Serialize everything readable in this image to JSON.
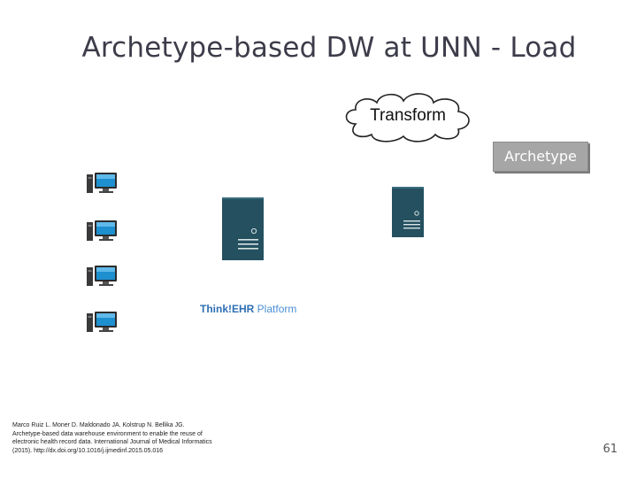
{
  "slide": {
    "title": "Archetype-based DW at UNN - Load",
    "transform_label": "Transform",
    "archetype_label": "Archetype",
    "platform": {
      "brand": "Think!EHR",
      "suffix": " Platform"
    },
    "citation_lines": [
      "Marco Ruiz L. Moner D. Maldonado JA. Kolstrup N. Bellika JG.",
      "Archetype-based data warehouse environment to enable the reuse of",
      "electronic health record data. International Journal of Medical Informatics",
      "(2015). http://dx.doi.org/10.1016/j.ijmedinf.2015.05.016"
    ],
    "page_number": "61"
  },
  "icons": {
    "client": "desktop-computer-icon",
    "server": "server-tower-icon",
    "cloud": "cloud-shape"
  },
  "colors": {
    "server": "#24505f",
    "title": "#3c3c4a",
    "archetype_box": "#a6a6a6",
    "platform_text": "#2f6fb5"
  }
}
